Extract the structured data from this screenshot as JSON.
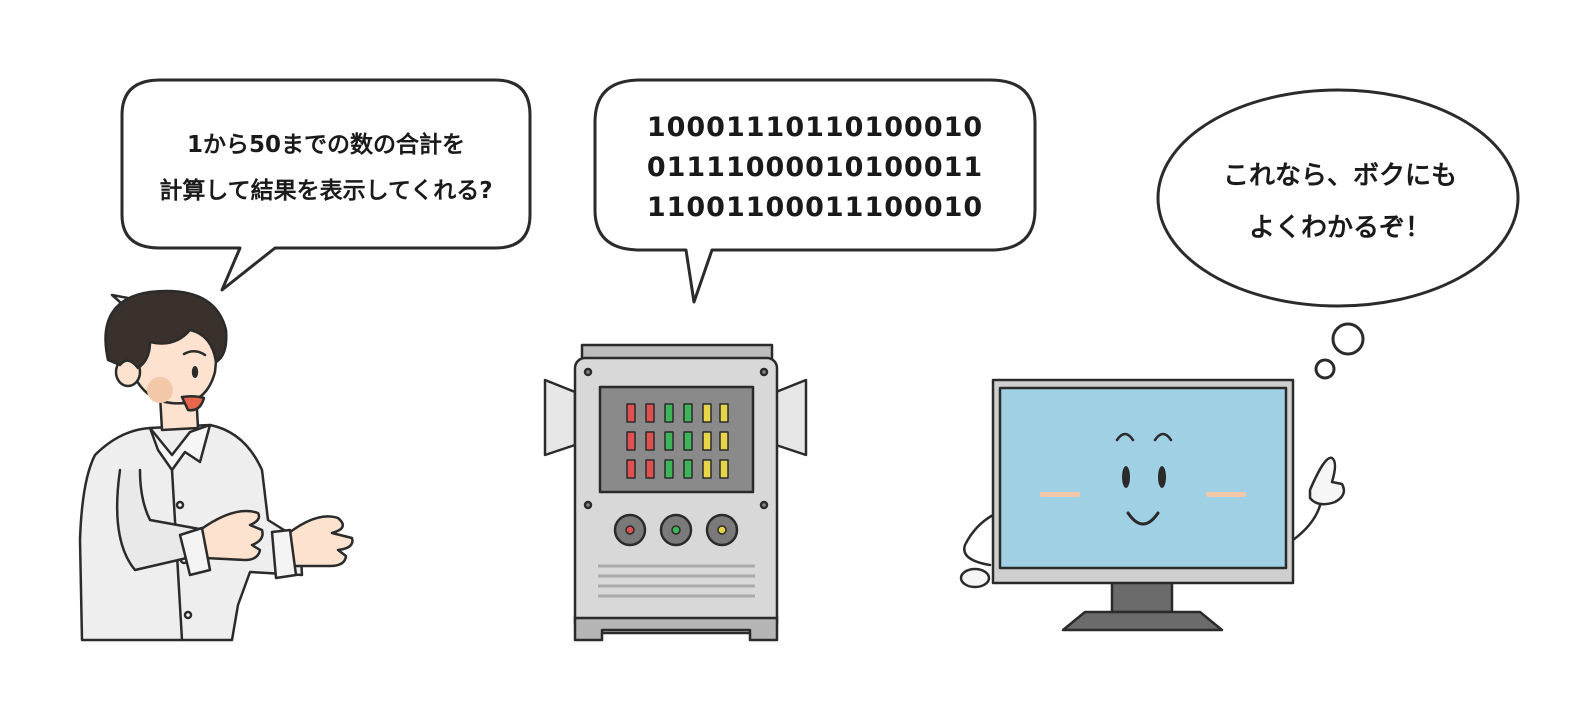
{
  "person_bubble": {
    "lines": [
      "1から50までの数の合計を",
      "計算して結果を表示してくれる?"
    ]
  },
  "machine_bubble": {
    "lines": [
      "10001110110100010",
      "01111000010100011",
      "11001100011100010"
    ]
  },
  "monitor_thought": {
    "lines": [
      "これなら、ボクにも",
      "よくわかるぞ！"
    ]
  },
  "colors": {
    "outline": "#2b2b2b",
    "skin": "#fde3cf",
    "hair": "#3a302c",
    "shirt": "#eeeeee",
    "machine_body": "#d8d8d8",
    "machine_panel": "#8a8a8a",
    "screen": "#9fd0e3",
    "monitor_frame": "#cfcfcf",
    "led_red": "#e05050",
    "led_green": "#3fb55a",
    "led_yellow": "#e8d448",
    "cheek": "#f3c8a8"
  },
  "icons": [
    "person-illustration",
    "computer-machine-illustration",
    "monitor-character-illustration"
  ]
}
